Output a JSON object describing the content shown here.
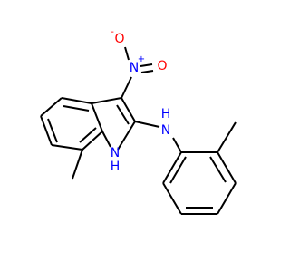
{
  "diagram": {
    "atoms": {
      "nitro_n": {
        "symbol": "N",
        "charge": "+"
      },
      "nitro_o_top": {
        "symbol": "O",
        "charge": "-"
      },
      "nitro_o_right": {
        "symbol": "O"
      },
      "amine_n": {
        "symbol": "N",
        "h_label": "H"
      },
      "ring_n": {
        "symbol": "N",
        "h_label": "H"
      }
    },
    "colors": {
      "nitrogen": "#0000ff",
      "oxygen": "#ff0000",
      "bond": "#000000",
      "background": "#ffffff"
    }
  }
}
